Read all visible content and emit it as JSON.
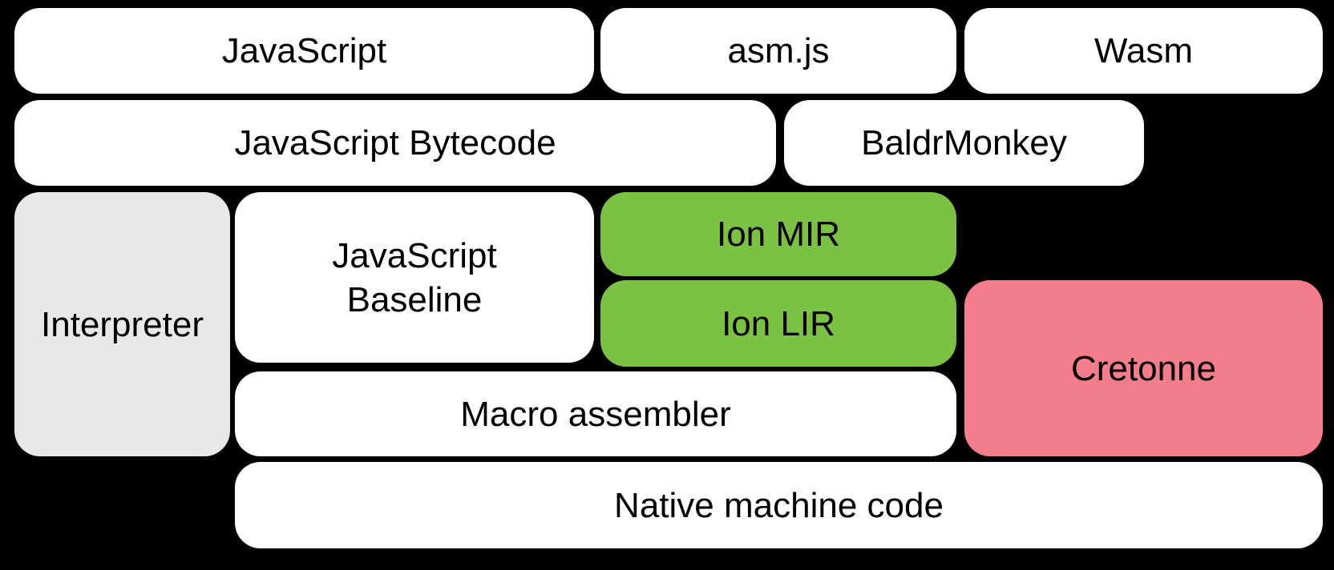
{
  "diagram": {
    "background_color": "#000000",
    "text_color": "#000000",
    "box_colors": {
      "white": "#ffffff",
      "gray": "#e8e8e8",
      "green": "#7bc143",
      "pink": "#f47d8c"
    },
    "nodes": {
      "javascript": {
        "label": "JavaScript"
      },
      "asmjs": {
        "label": "asm.js"
      },
      "wasm": {
        "label": "Wasm"
      },
      "javascript_bytecode": {
        "label": "JavaScript Bytecode"
      },
      "baldrmonkey": {
        "label": "BaldrMonkey"
      },
      "interpreter": {
        "label": "Interpreter"
      },
      "javascript_baseline": {
        "label": "JavaScript\nBaseline"
      },
      "ion_mir": {
        "label": "Ion MIR"
      },
      "ion_lir": {
        "label": "Ion LIR"
      },
      "cretonne": {
        "label": "Cretonne"
      },
      "macro_assembler": {
        "label": "Macro assembler"
      },
      "native_machine_code": {
        "label": "Native machine code"
      }
    }
  }
}
